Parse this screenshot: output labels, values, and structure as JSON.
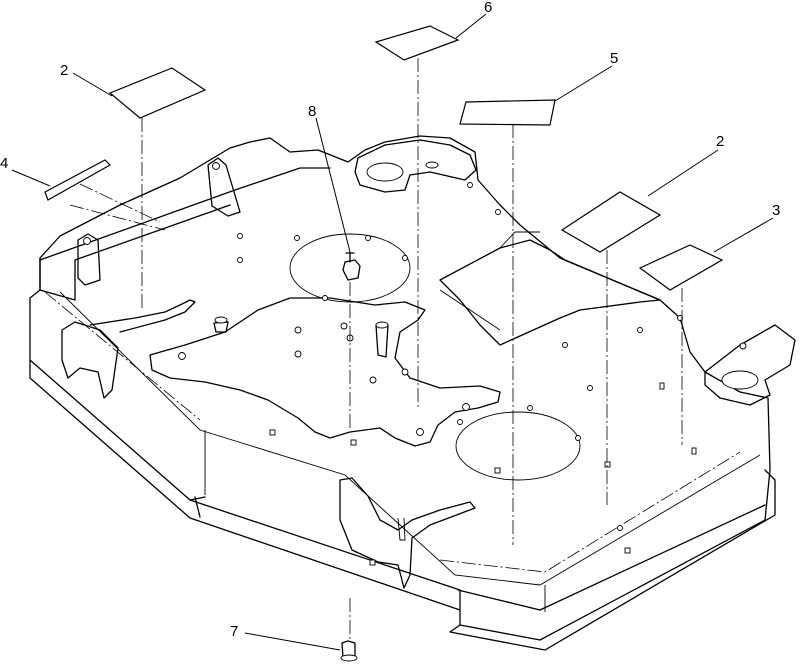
{
  "diagram": {
    "callouts": [
      {
        "id": "c2a",
        "label": "2"
      },
      {
        "id": "c6",
        "label": "6"
      },
      {
        "id": "c5",
        "label": "5"
      },
      {
        "id": "c4",
        "label": "4"
      },
      {
        "id": "c8",
        "label": "8"
      },
      {
        "id": "c2b",
        "label": "2"
      },
      {
        "id": "c3",
        "label": "3"
      },
      {
        "id": "c7",
        "label": "7"
      }
    ]
  }
}
